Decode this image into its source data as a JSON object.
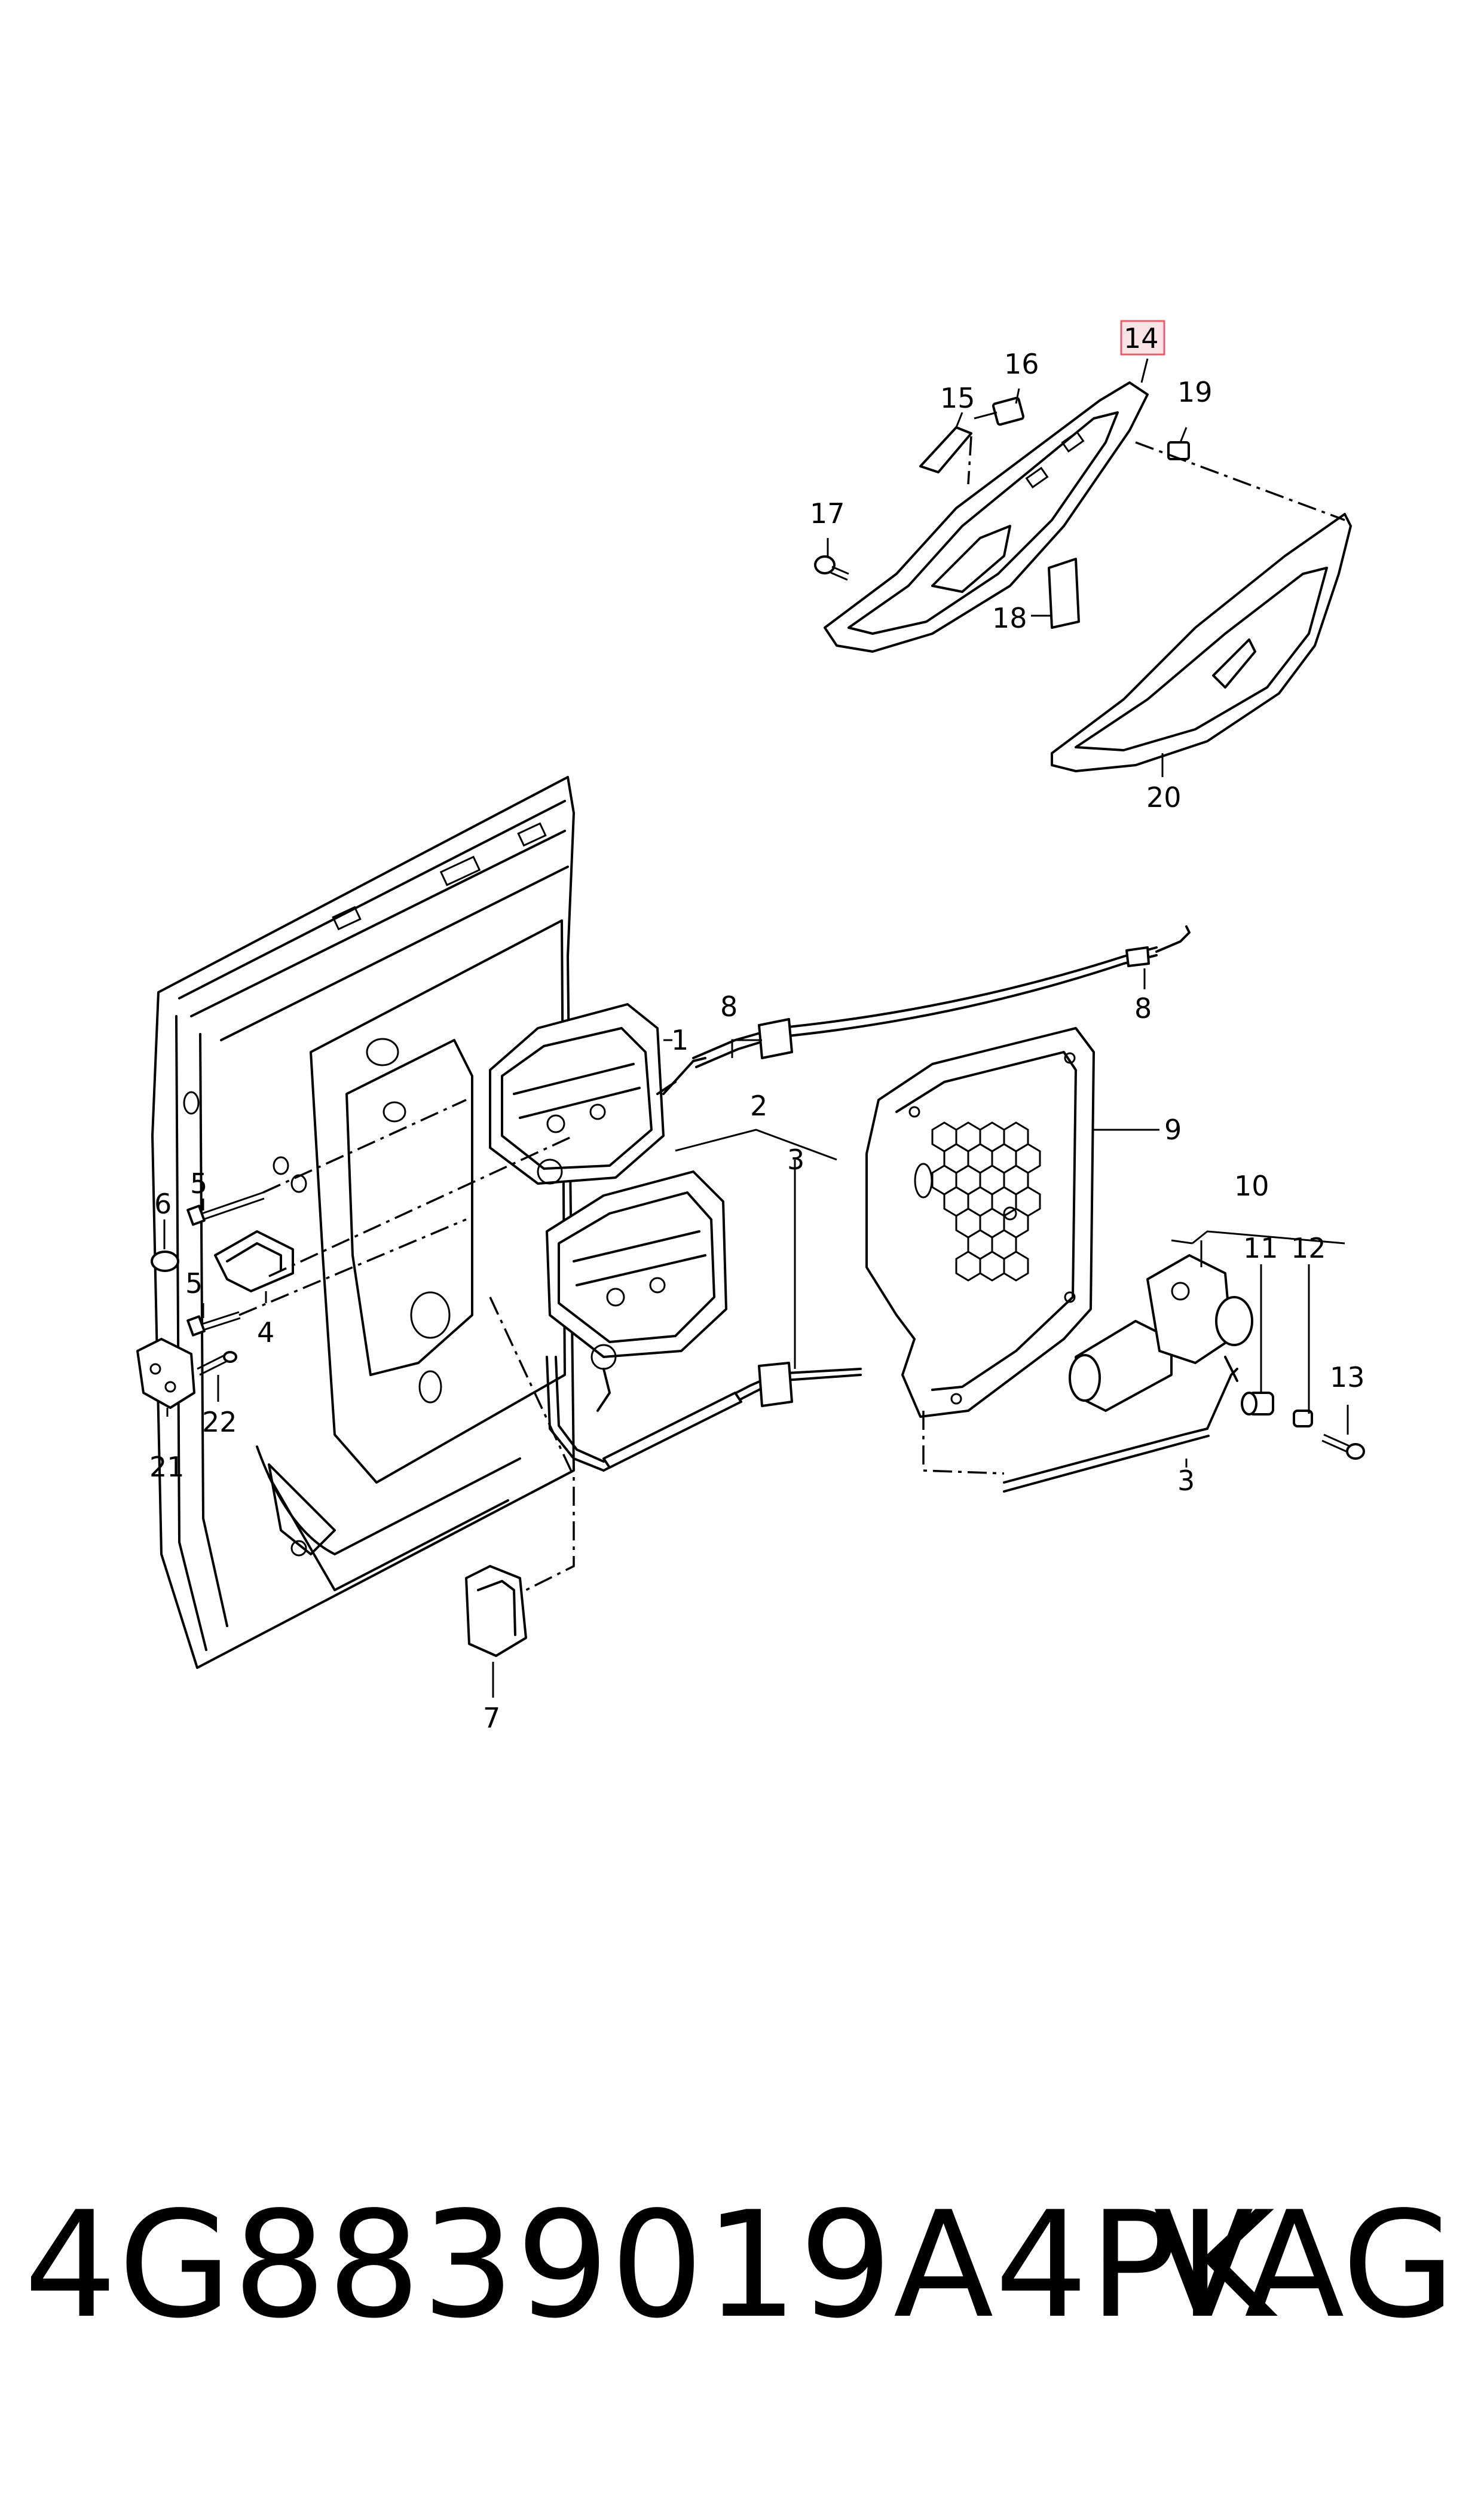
{
  "callouts": {
    "c1": "1",
    "c2": "2",
    "c3a": "3",
    "c3b": "3",
    "c4": "4",
    "c5a": "5",
    "c5b": "5",
    "c6": "6",
    "c7": "7",
    "c8a": "8",
    "c8b": "8",
    "c9": "9",
    "c10": "10",
    "c11": "11",
    "c12": "12",
    "c13": "13",
    "c14": "14",
    "c15": "15",
    "c16": "16",
    "c17": "17",
    "c18": "18",
    "c19": "19",
    "c20": "20",
    "c21": "21",
    "c22": "22"
  },
  "highlight": {
    "callout": "14",
    "box_color": "#e06070",
    "fill_color": "#fbe3e6"
  },
  "footer": {
    "part_number": "4G8839019A4PK",
    "brand": "VAG"
  }
}
